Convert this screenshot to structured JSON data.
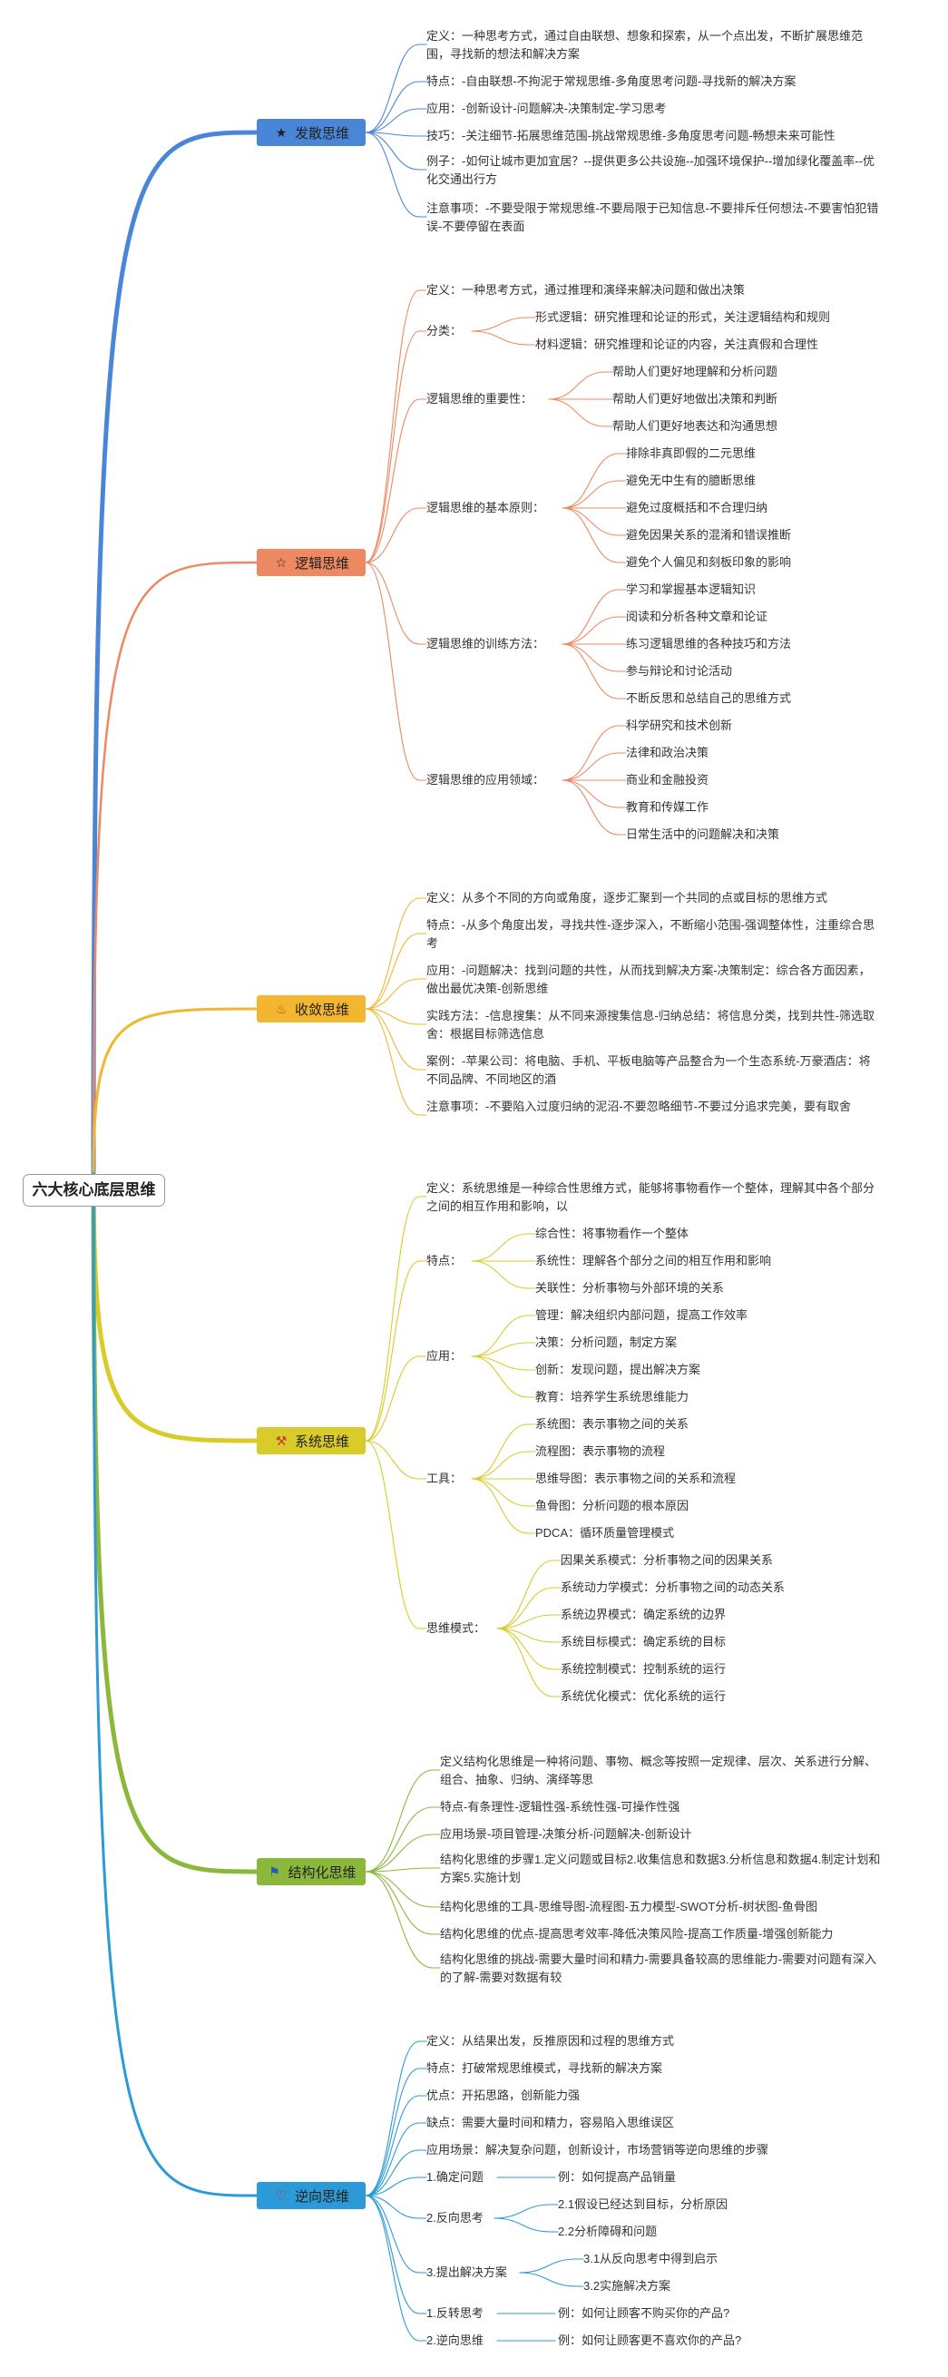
{
  "root": "六大核心底层思维",
  "colors": {
    "divergent": "#4a86d8",
    "logical": "#ee8863",
    "convergent": "#f2b630",
    "systems": "#d9cb2a",
    "structured": "#8bb83b",
    "reverse": "#2b9ad6"
  },
  "branches": {
    "divergent": {
      "label": "发散思维",
      "icon": "star-icon",
      "items": [
        "定义：一种思考方式，通过自由联想、想象和探索，从一个点出发，不断扩展思维范围，寻找新的想法和解决方案",
        "特点：-自由联想-不拘泥于常规思维-多角度思考问题-寻找新的解决方案",
        "应用：-创新设计-问题解决-决策制定-学习思考",
        "技巧：-关注细节-拓展思维范围-挑战常规思维-多角度思考问题-畅想未来可能性",
        "例子：-如何让城市更加宜居？--提供更多公共设施--加强环境保护--增加绿化覆盖率--优化交通出行方",
        "注意事项：-不要受限于常规思维-不要局限于已知信息-不要排斥任何想法-不要害怕犯错误-不要停留在表面"
      ]
    },
    "logical": {
      "label": "逻辑思维",
      "icon": "star-outline-icon",
      "definition": "定义：一种思考方式，通过推理和演绎来解决问题和做出决策",
      "groups": [
        {
          "title": "分类：",
          "children": [
            "形式逻辑：研究推理和论证的形式，关注逻辑结构和规则",
            "材料逻辑：研究推理和论证的内容，关注真假和合理性"
          ]
        },
        {
          "title": "逻辑思维的重要性：",
          "children": [
            "帮助人们更好地理解和分析问题",
            "帮助人们更好地做出决策和判断",
            "帮助人们更好地表达和沟通思想"
          ]
        },
        {
          "title": "逻辑思维的基本原则：",
          "children": [
            "排除非真即假的二元思维",
            "避免无中生有的臆断思维",
            "避免过度概括和不合理归纳",
            "避免因果关系的混淆和错误推断",
            "避免个人偏见和刻板印象的影响"
          ]
        },
        {
          "title": "逻辑思维的训练方法：",
          "children": [
            "学习和掌握基本逻辑知识",
            "阅读和分析各种文章和论证",
            "练习逻辑思维的各种技巧和方法",
            "参与辩论和讨论活动",
            "不断反思和总结自己的思维方式"
          ]
        },
        {
          "title": "逻辑思维的应用领域：",
          "children": [
            "科学研究和技术创新",
            "法律和政治决策",
            "商业和金融投资",
            "教育和传媒工作",
            "日常生活中的问题解决和决策"
          ]
        }
      ]
    },
    "convergent": {
      "label": "收敛思维",
      "icon": "fire-icon",
      "items": [
        "定义：从多个不同的方向或角度，逐步汇聚到一个共同的点或目标的思维方式",
        "特点：-从多个角度出发，寻找共性-逐步深入，不断缩小范围-强调整体性，注重综合思考",
        "应用：-问题解决：找到问题的共性，从而找到解决方案-决策制定：综合各方面因素，做出最优决策-创新思维",
        "实践方法：-信息搜集：从不同来源搜集信息-归纳总结：将信息分类，找到共性-筛选取舍：根据目标筛选信息",
        "案例：-苹果公司：将电脑、手机、平板电脑等产品整合为一个生态系统-万豪酒店：将不同品牌、不同地区的酒",
        "注意事项：-不要陷入过度归纳的泥沼-不要忽略细节-不要过分追求完美，要有取舍"
      ]
    },
    "systems": {
      "label": "系统思维",
      "icon": "tools-icon",
      "definition": "定义：系统思维是一种综合性思维方式，能够将事物看作一个整体，理解其中各个部分之间的相互作用和影响，以",
      "groups": [
        {
          "title": "特点：",
          "children": [
            "综合性：将事物看作一个整体",
            "系统性：理解各个部分之间的相互作用和影响",
            "关联性：分析事物与外部环境的关系"
          ]
        },
        {
          "title": "应用：",
          "children": [
            "管理：解决组织内部问题，提高工作效率",
            "决策：分析问题，制定方案",
            "创新：发现问题，提出解决方案",
            "教育：培养学生系统思维能力"
          ]
        },
        {
          "title": "工具：",
          "children": [
            "系统图：表示事物之间的关系",
            "流程图：表示事物的流程",
            "思维导图：表示事物之间的关系和流程",
            "鱼骨图：分析问题的根本原因",
            "PDCA：循环质量管理模式"
          ]
        },
        {
          "title": "思维模式：",
          "children": [
            "因果关系模式：分析事物之间的因果关系",
            "系统动力学模式：分析事物之间的动态关系",
            "系统边界模式：确定系统的边界",
            "系统目标模式：确定系统的目标",
            "系统控制模式：控制系统的运行",
            "系统优化模式：优化系统的运行"
          ]
        }
      ]
    },
    "structured": {
      "label": "结构化思维",
      "icon": "flag-icon",
      "items": [
        "定义结构化思维是一种将问题、事物、概念等按照一定规律、层次、关系进行分解、组合、抽象、归纳、演绎等思",
        "特点-有条理性-逻辑性强-系统性强-可操作性强",
        "应用场景-项目管理-决策分析-问题解决-创新设计",
        "结构化思维的步骤1.定义问题或目标2.收集信息和数据3.分析信息和数据4.制定计划和方案5.实施计划",
        "结构化思维的工具-思维导图-流程图-五力模型-SWOT分析-树状图-鱼骨图",
        "结构化思维的优点-提高思考效率-降低决策风险-提高工作质量-增强创新能力",
        "结构化思维的挑战-需要大量时间和精力-需要具备较高的思维能力-需要对问题有深入的了解-需要对数据有较"
      ]
    },
    "reverse": {
      "label": "逆向思维",
      "icon": "heart-icon",
      "items": [
        "定义：从结果出发，反推原因和过程的思维方式",
        "特点：打破常规思维模式，寻找新的解决方案",
        "优点：开拓思路，创新能力强",
        "缺点：需要大量时间和精力，容易陷入思维误区",
        "应用场景：解决复杂问题，创新设计，市场营销等逆向思维的步骤"
      ],
      "steps": [
        {
          "title": "1.确定问题",
          "children": [
            "例：如何提高产品销量"
          ]
        },
        {
          "title": "2.反向思考",
          "children": [
            "2.1假设已经达到目标，分析原因",
            "2.2分析障碍和问题"
          ]
        },
        {
          "title": "3.提出解决方案",
          "children": [
            "3.1从反向思考中得到启示",
            "3.2实施解决方案"
          ]
        },
        {
          "title": "1.反转思考",
          "children": [
            "例：如何让顾客不购买你的产品?"
          ]
        },
        {
          "title": "2.逆向思维",
          "children": [
            "例：如何让顾客更不喜欢你的产品?"
          ]
        }
      ]
    }
  }
}
